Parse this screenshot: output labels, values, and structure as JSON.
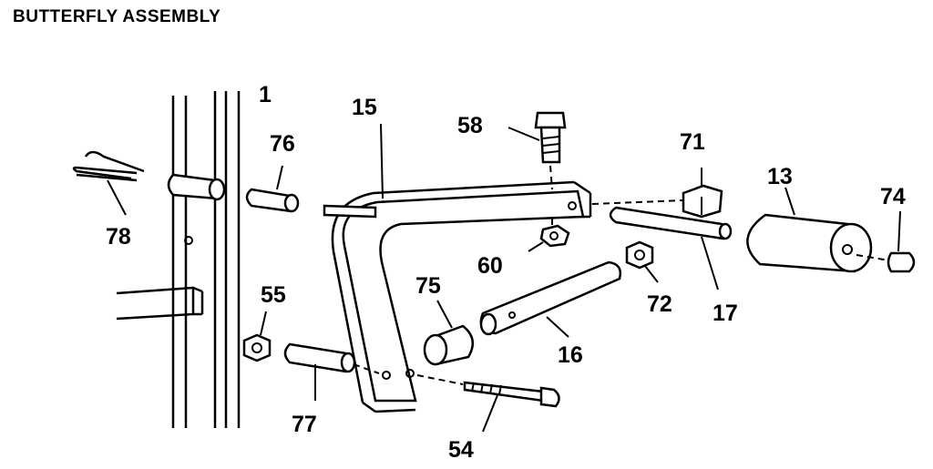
{
  "title": "BUTTERFLY ASSEMBLY",
  "callouts": {
    "c1": "1",
    "c15": "15",
    "c58": "58",
    "c71": "71",
    "c13": "13",
    "c74": "74",
    "c76": "76",
    "c78": "78",
    "c60": "60",
    "c72": "72",
    "c17": "17",
    "c55": "55",
    "c75": "75",
    "c16": "16",
    "c77": "77",
    "c54": "54"
  }
}
